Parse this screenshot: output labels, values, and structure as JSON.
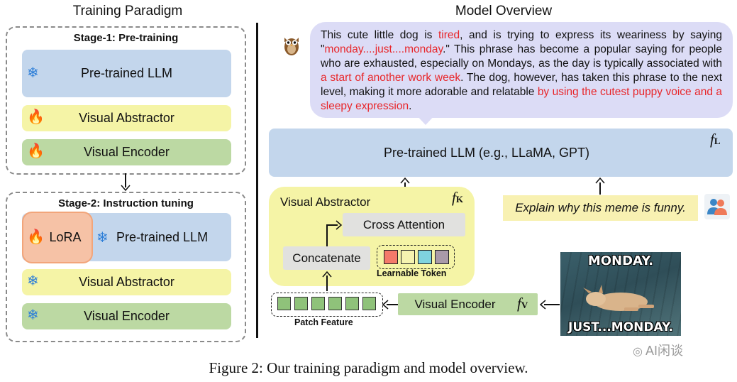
{
  "left": {
    "title": "Training Paradigm",
    "stage1": {
      "title": "Stage-1: Pre-training",
      "llm": "Pre-trained  LLM",
      "abstractor": "Visual Abstractor",
      "encoder": "Visual Encoder"
    },
    "stage2": {
      "title": "Stage-2: Instruction tuning",
      "lora": "LoRA",
      "llm": "Pre-trained  LLM",
      "abstractor": "Visual Abstractor",
      "encoder": "Visual Encoder"
    }
  },
  "right": {
    "title": "Model Overview",
    "bubble": {
      "p1": "This cute little dog is ",
      "r1": "tired",
      "p2": ", and is trying to express its weariness by saying \"",
      "r2": "monday....just....monday",
      "p3": ".\" This phrase has become a popular saying for people who are exhausted, especially on Mondays, as the day is typically associated with ",
      "r3": "a start of another work week",
      "p4": ". The dog, however, has taken this phrase to the next level, making it more adorable and relatable ",
      "r4": "by using the cutest puppy voice and a sleepy expression",
      "p5": "."
    },
    "llm_block": "Pre-trained  LLM (e.g., LLaMA, GPT)",
    "f_l": {
      "f": "f",
      "sub": "L"
    },
    "abstractor_title": "Visual Abstractor",
    "f_k": {
      "f": "f",
      "sub": "K"
    },
    "cross_attention": "Cross Attention",
    "concatenate": "Concatenate",
    "learnable_token": "Learnable Token",
    "instruction": "Explain why this meme is funny.",
    "visual_encoder": "Visual Encoder",
    "f_v": {
      "f": "f",
      "sub": "V"
    },
    "patch_feature": "Patch Feature",
    "meme_top": "MONDAY.",
    "meme_bottom": "JUST...MONDAY.",
    "token_colors": [
      "#f47a6a",
      "#f6f3b0",
      "#7fd3df",
      "#a99aa9"
    ],
    "watermark": "AI闲谈"
  },
  "caption": "Figure 2: Our training paradigm and model overview."
}
